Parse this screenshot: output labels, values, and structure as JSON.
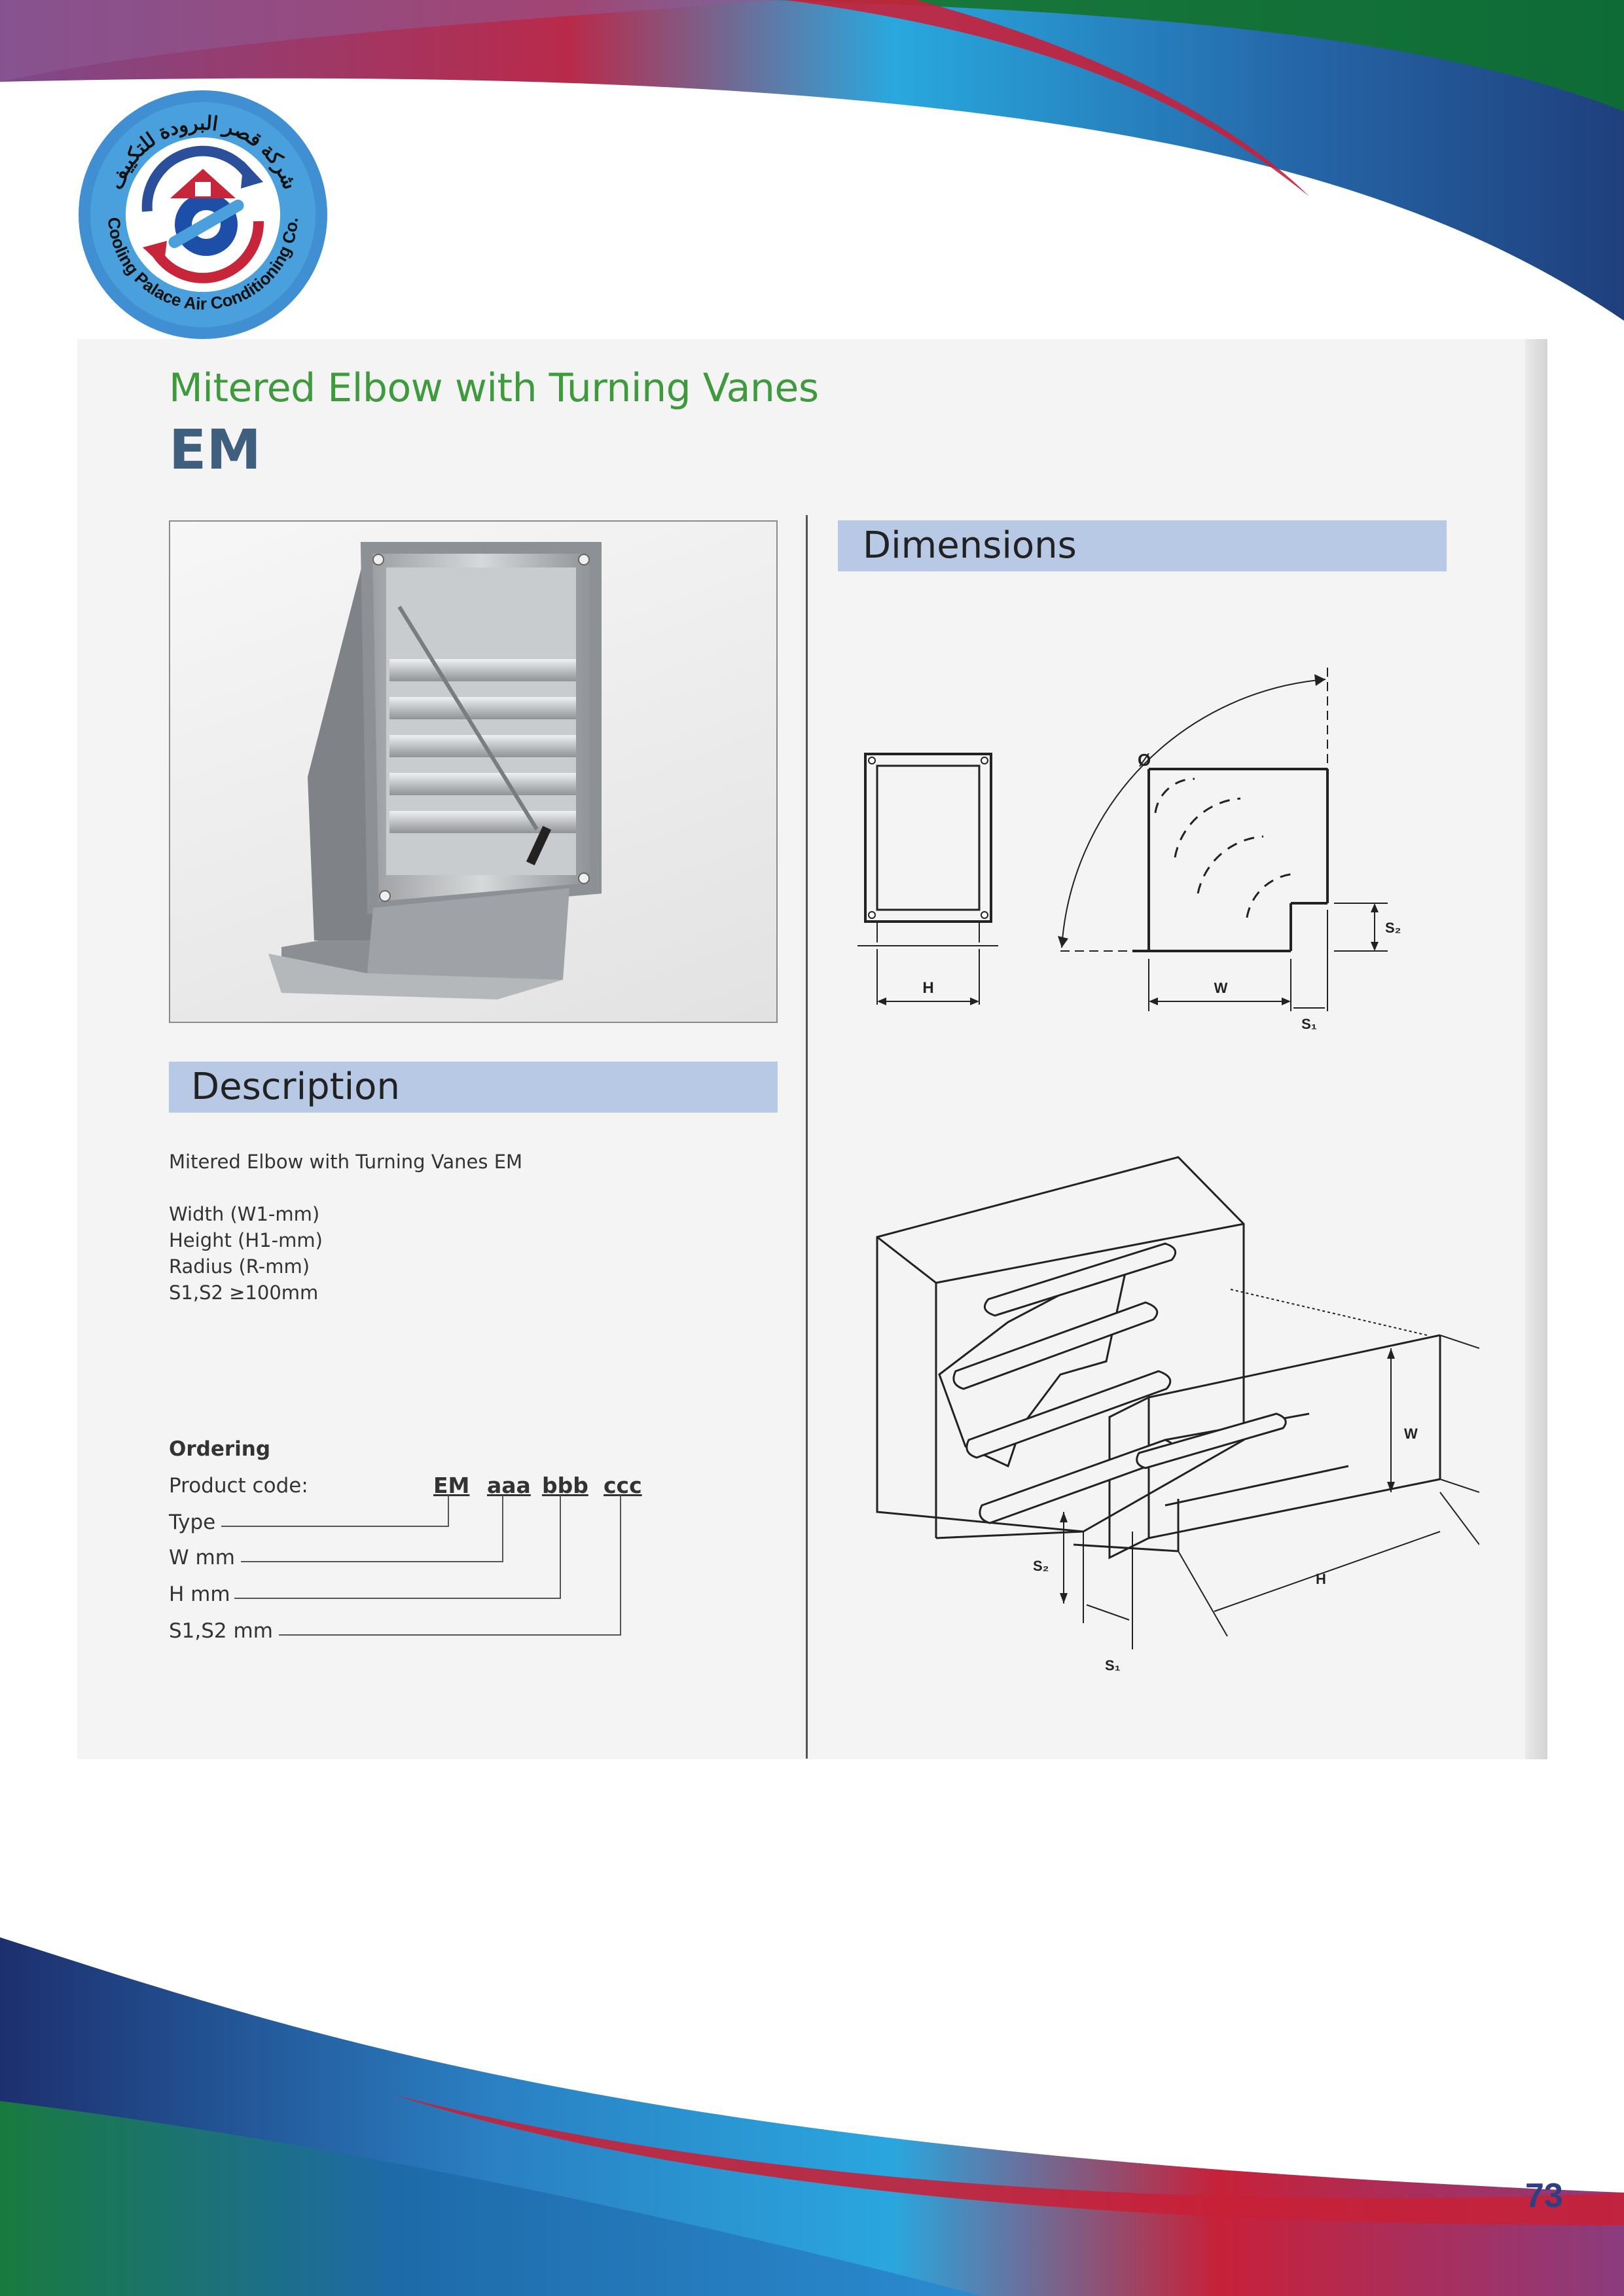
{
  "logo": {
    "arabic_text": "شركة قصر البرودة للتكييف",
    "english_text": "Cooling Palace Air Conditioning Co."
  },
  "product": {
    "title": "Mitered Elbow with Turning Vanes",
    "code": "EM"
  },
  "description": {
    "heading": "Description",
    "lines": [
      "Mitered Elbow with Turning Vanes EM",
      "Width (W1-mm)",
      "Height (H1-mm)",
      "Radius (R-mm)",
      "S1,S2 ≥100mm"
    ]
  },
  "ordering": {
    "heading": "Ordering",
    "product_code_label": "Product code:",
    "codes": [
      "EM",
      "aaa",
      "bbb",
      "ccc"
    ],
    "rows": [
      "Type",
      "W mm",
      "H mm",
      "S1,S2 mm"
    ]
  },
  "dimensions": {
    "heading": "Dimensions",
    "labels": {
      "h": "H",
      "w": "W",
      "phi": "Ø",
      "s1": "S₁",
      "s2": "S₂"
    }
  },
  "page_number": "73",
  "colors": {
    "title_green": "#3f9a3e",
    "code_blue": "#3f5f7e",
    "band_blue": "#b8c9e5",
    "page_number": "#2f3f86"
  }
}
